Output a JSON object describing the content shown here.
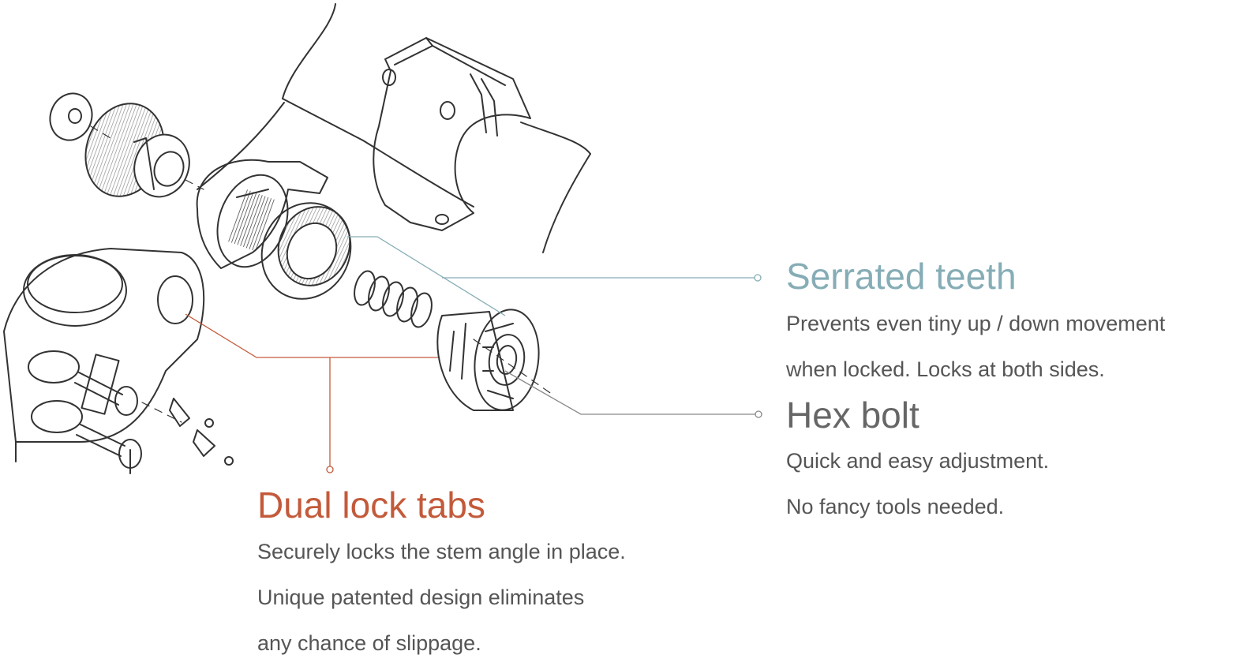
{
  "colors": {
    "drawing_stroke": "#333333",
    "serrated_accent": "#86adb6",
    "hex_accent": "#888888",
    "dual_accent": "#c35a3a",
    "body_text": "#555555"
  },
  "callouts": {
    "serrated": {
      "title": "Serrated teeth",
      "lines": [
        "Prevents even tiny up / down movement",
        "when locked. Locks at both sides."
      ]
    },
    "hex": {
      "title": "Hex bolt",
      "lines": [
        "Quick and easy adjustment.",
        "No fancy tools needed."
      ]
    },
    "dual": {
      "title": "Dual lock tabs",
      "lines": [
        "Securely locks the stem angle in place.",
        "Unique patented design eliminates",
        "any chance of slippage."
      ]
    }
  }
}
